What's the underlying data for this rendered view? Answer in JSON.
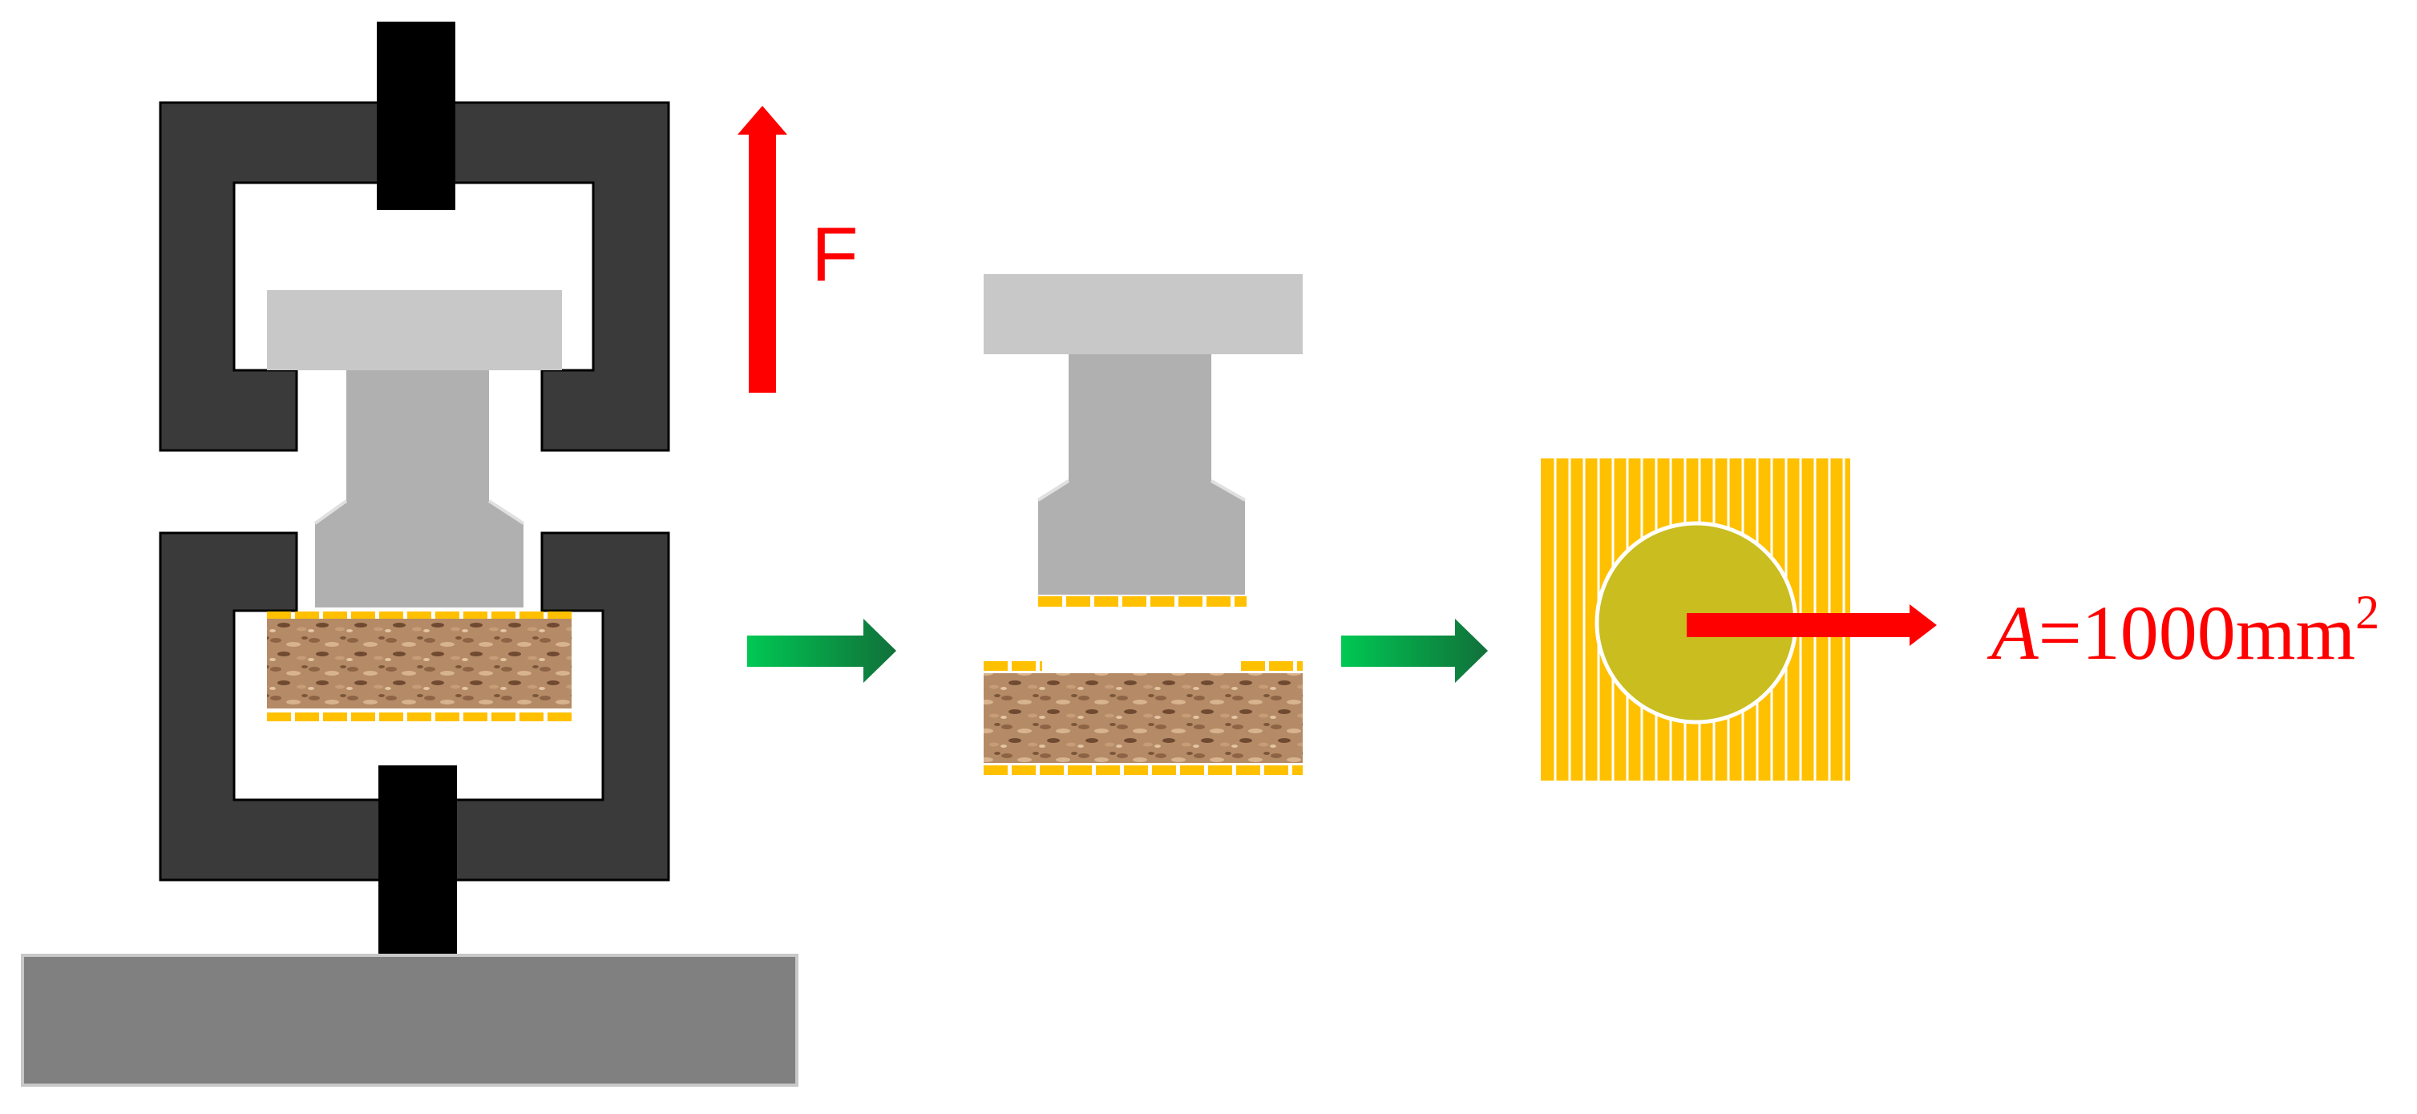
{
  "force_label": "F",
  "area_label": {
    "symbol": "A",
    "equals": "=1000mm",
    "exponent": "2"
  },
  "colors": {
    "frame": "#3a3a3a",
    "rod": "#000000",
    "base": "#808080",
    "base_border": "#c8c8c8",
    "dolly_cap": "#c8c8c8",
    "dolly_stem": "#b0b0b0",
    "dolly_edge": "#e0e0e0",
    "coating": "#ffc000",
    "fracture_face": "#c9bd1f",
    "soil": "#b58a66",
    "force_arrow": "#ff0000",
    "process_arrow_start": "#00c853",
    "process_arrow_end": "#11703a",
    "area_text": "#ff0000"
  }
}
